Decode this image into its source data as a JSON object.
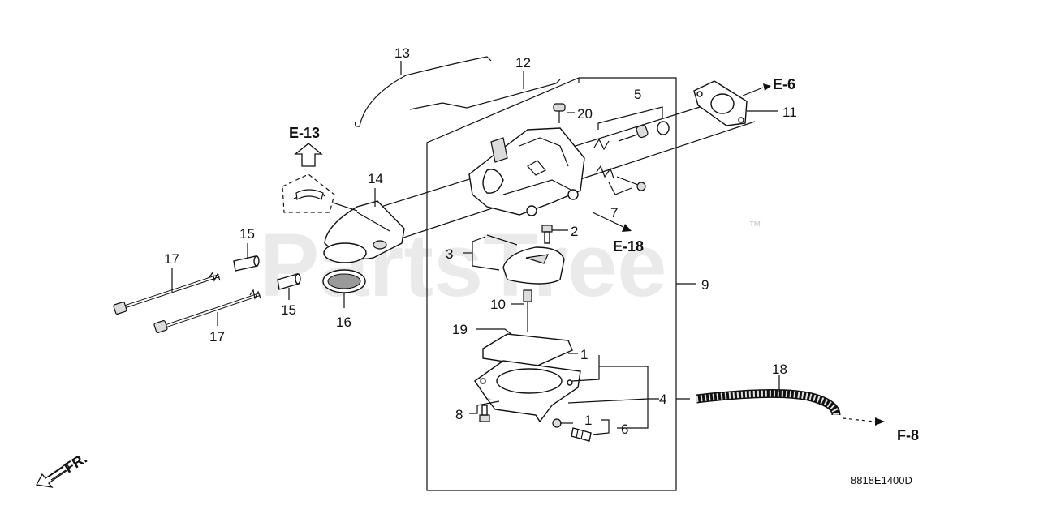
{
  "watermark": {
    "text": "PartsTree",
    "trademark": "™"
  },
  "diagram_code": "8818E1400D",
  "direction_label": "FR.",
  "references": {
    "e13": "E-13",
    "e6": "E-6",
    "e18": "E-18",
    "f8": "F-8"
  },
  "part_numbers": {
    "n1a": "1",
    "n1b": "1",
    "n2": "2",
    "n3": "3",
    "n4": "4",
    "n5": "5",
    "n6": "6",
    "n7": "7",
    "n8": "8",
    "n9": "9",
    "n10": "10",
    "n11": "11",
    "n12": "12",
    "n13": "13",
    "n14": "14",
    "n15a": "15",
    "n15b": "15",
    "n16": "16",
    "n17a": "17",
    "n17b": "17",
    "n18": "18",
    "n19": "19",
    "n20": "20"
  }
}
